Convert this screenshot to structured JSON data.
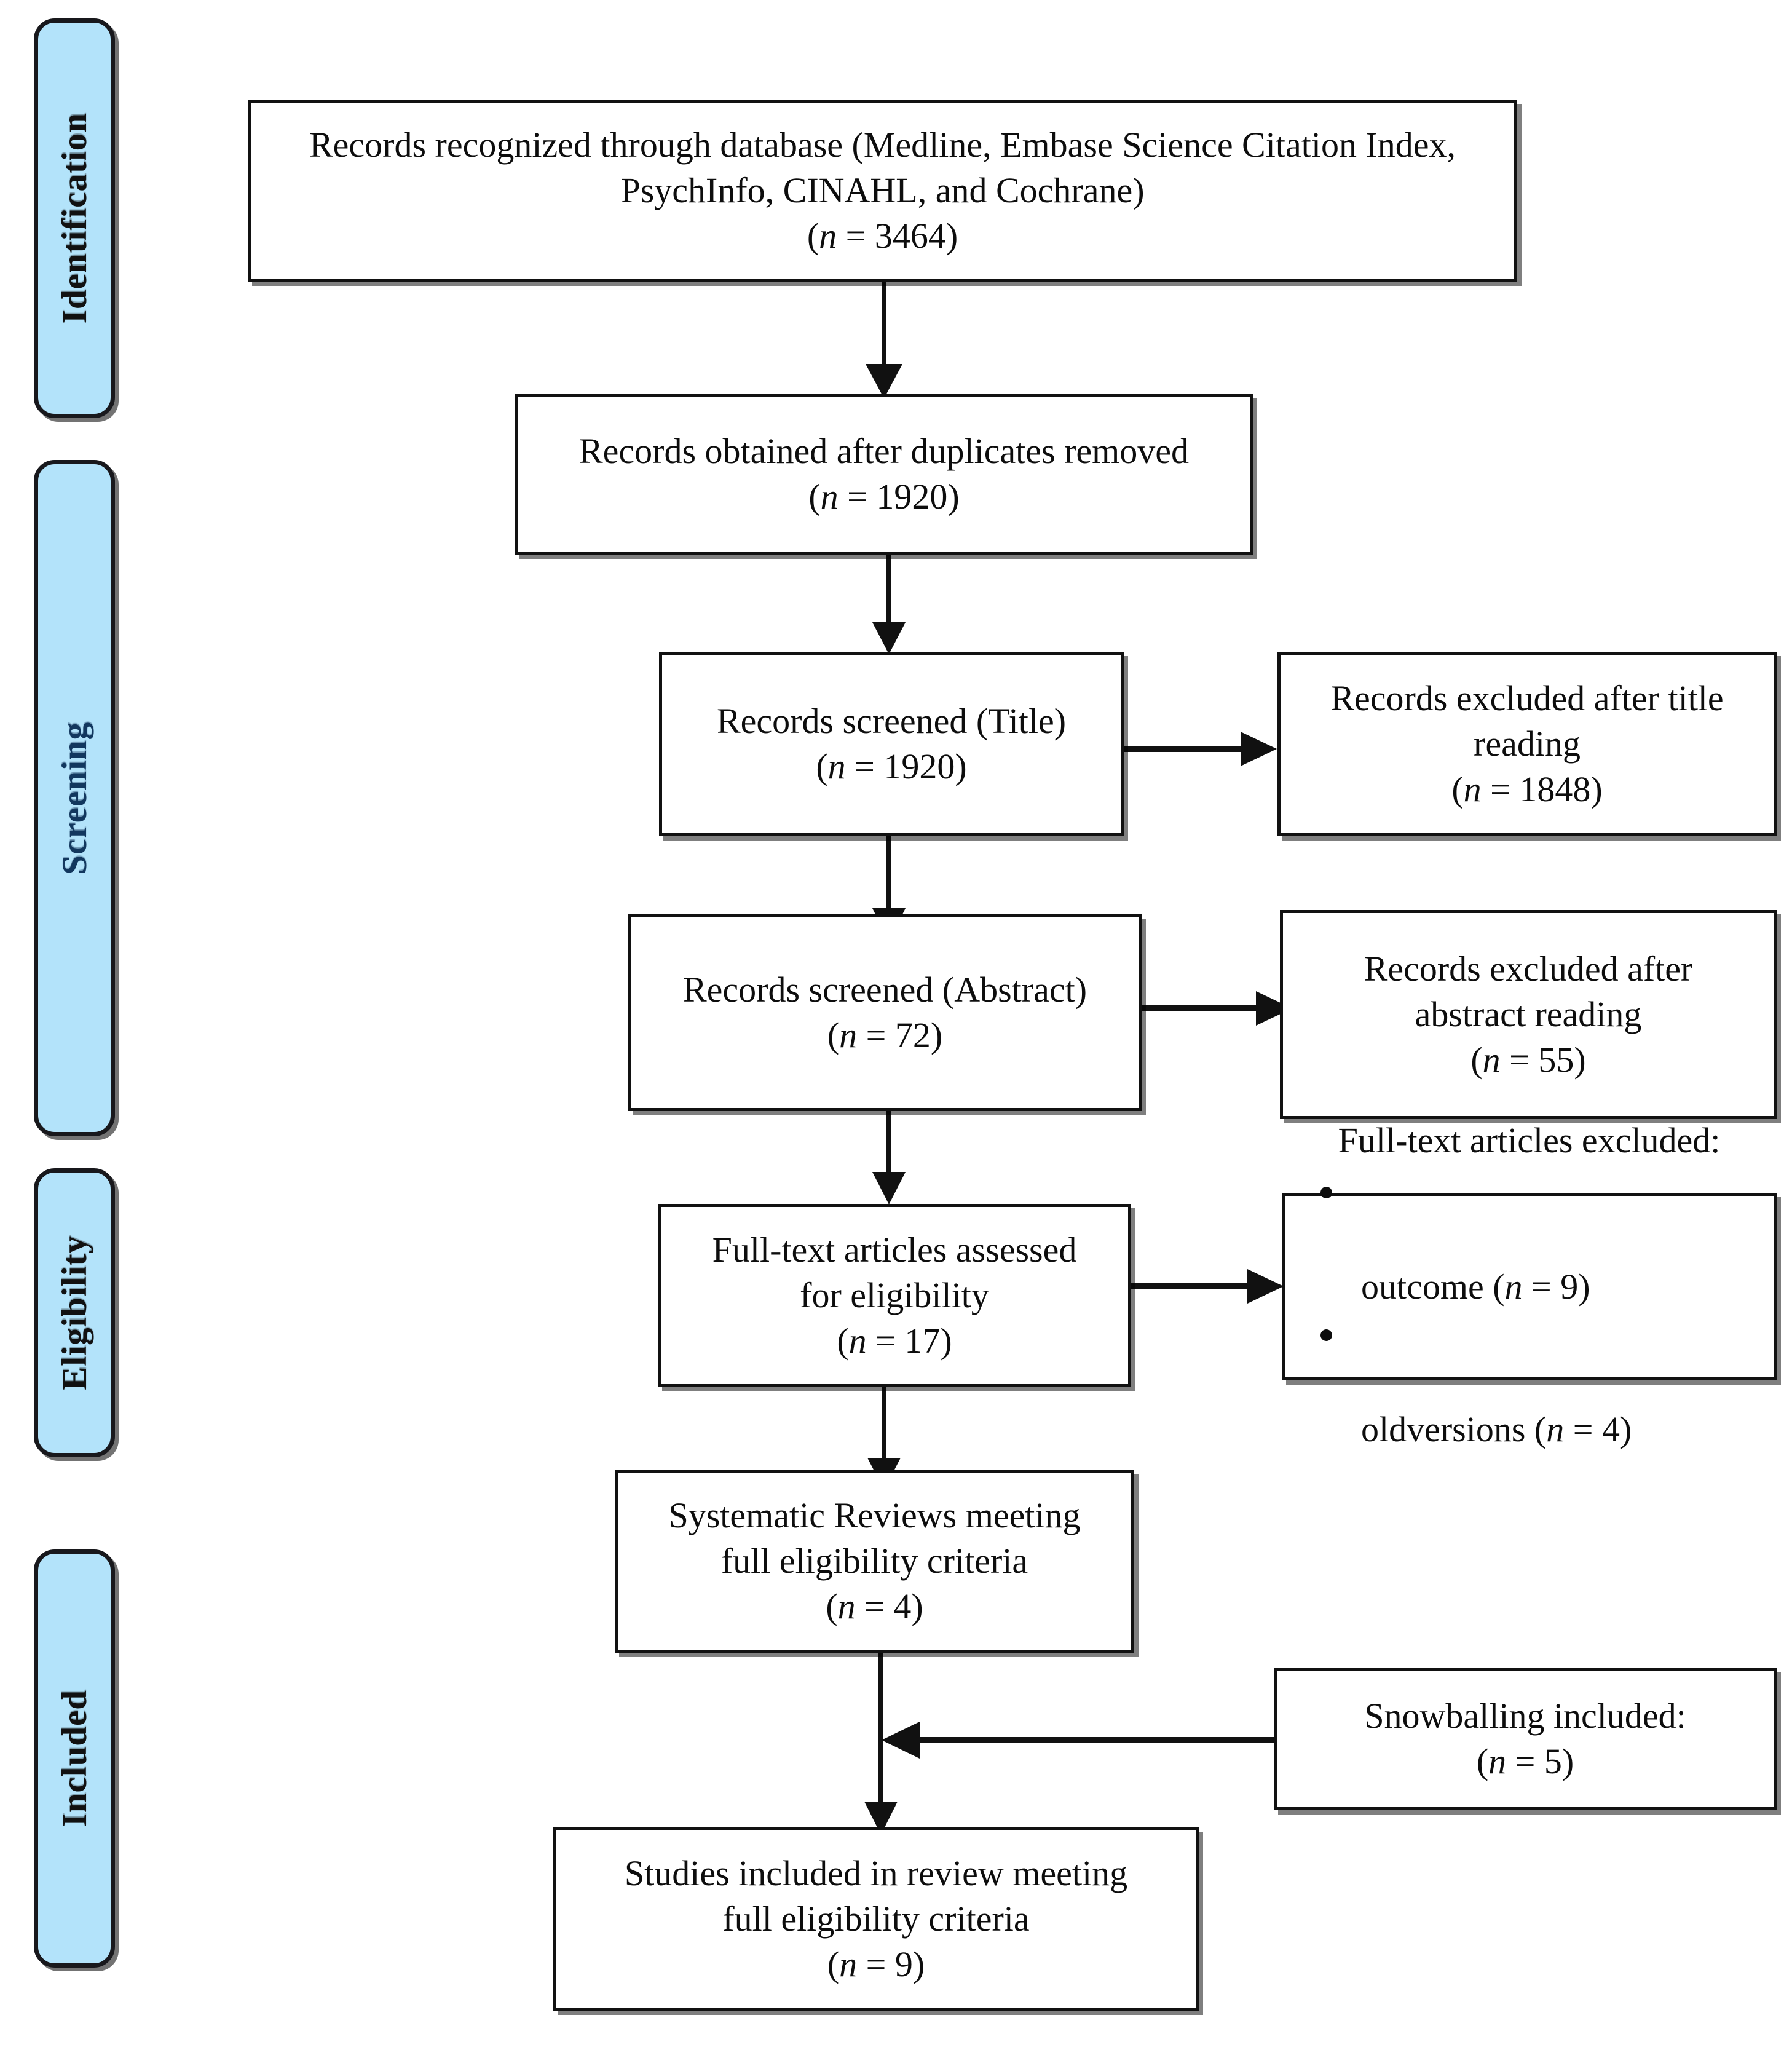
{
  "diagram": {
    "type": "prisma-flow-diagram",
    "title": "PRISMA study selection flow",
    "accent_color": "#b3e3fa",
    "line_color": "#111111",
    "stages": [
      {
        "id": "identification",
        "label": "Identification"
      },
      {
        "id": "screening",
        "label": "Screening"
      },
      {
        "id": "eligibility",
        "label": "Eligibility"
      },
      {
        "id": "included",
        "label": "Included"
      }
    ],
    "boxes": {
      "records_identified": {
        "line1": "Records recognized through database (Medline, Embase Science Citation Index,",
        "line2": "PsychInfo, CINAHL, and Cochrane)",
        "n_label": "n",
        "n_value": "3464",
        "count_text": "(n = 3464)"
      },
      "duplicates_removed": {
        "line1": "Records obtained after duplicates removed",
        "n_label": "n",
        "n_value": "1920",
        "count_text": "(n = 1920)"
      },
      "screened_title": {
        "line1": "Records screened (Title)",
        "n_label": "n",
        "n_value": "1920",
        "count_text": "(n = 1920)"
      },
      "excluded_title": {
        "line1": "Records excluded after title",
        "line2": "reading",
        "n_label": "n",
        "n_value": "1848",
        "count_text": "(n = 1848)"
      },
      "screened_abstract": {
        "line1": "Records screened (Abstract)",
        "n_label": "n",
        "n_value": "72",
        "count_text": "(n = 72)"
      },
      "excluded_abstract": {
        "line1": "Records excluded after",
        "line2": "abstract reading",
        "n_label": "n",
        "n_value": "55",
        "count_text": "(n = 55)"
      },
      "fulltext_assessed": {
        "line1": "Full-text articles assessed",
        "line2": "for eligibility",
        "n_label": "n",
        "n_value": "17",
        "count_text": "(n = 17)"
      },
      "fulltext_excluded": {
        "title": "Full-text articles excluded:",
        "reasons": [
          {
            "label": "outcome",
            "n_label": "n",
            "n_value": "9",
            "text": "outcome (n = 9)"
          },
          {
            "label": "oldversions",
            "n_label": "n",
            "n_value": "4",
            "text": "oldversions (n = 4)"
          }
        ]
      },
      "systematic_reviews": {
        "line1": "Systematic Reviews meeting",
        "line2": "full eligibility criteria",
        "n_label": "n",
        "n_value": "4",
        "count_text": "(n = 4)"
      },
      "snowballing": {
        "line1": "Snowballing included:",
        "n_label": "n",
        "n_value": "5",
        "count_text": "(n = 5)"
      },
      "studies_included": {
        "line1": "Studies included in review meeting",
        "line2": "full eligibility criteria",
        "n_label": "n",
        "n_value": "9",
        "count_text": "(n = 9)"
      }
    }
  },
  "chart_data": {
    "type": "table",
    "title": "PRISMA study selection counts",
    "categories": [
      "Records recognized through database",
      "Records obtained after duplicates removed",
      "Records screened (Title)",
      "Records excluded after title reading",
      "Records screened (Abstract)",
      "Records excluded after abstract reading",
      "Full-text articles assessed for eligibility",
      "Full-text articles excluded: outcome",
      "Full-text articles excluded: oldversions",
      "Systematic Reviews meeting full eligibility criteria",
      "Snowballing included",
      "Studies included in review meeting full eligibility criteria"
    ],
    "values": [
      3464,
      1920,
      1920,
      1848,
      72,
      55,
      17,
      9,
      4,
      4,
      5,
      9
    ]
  }
}
